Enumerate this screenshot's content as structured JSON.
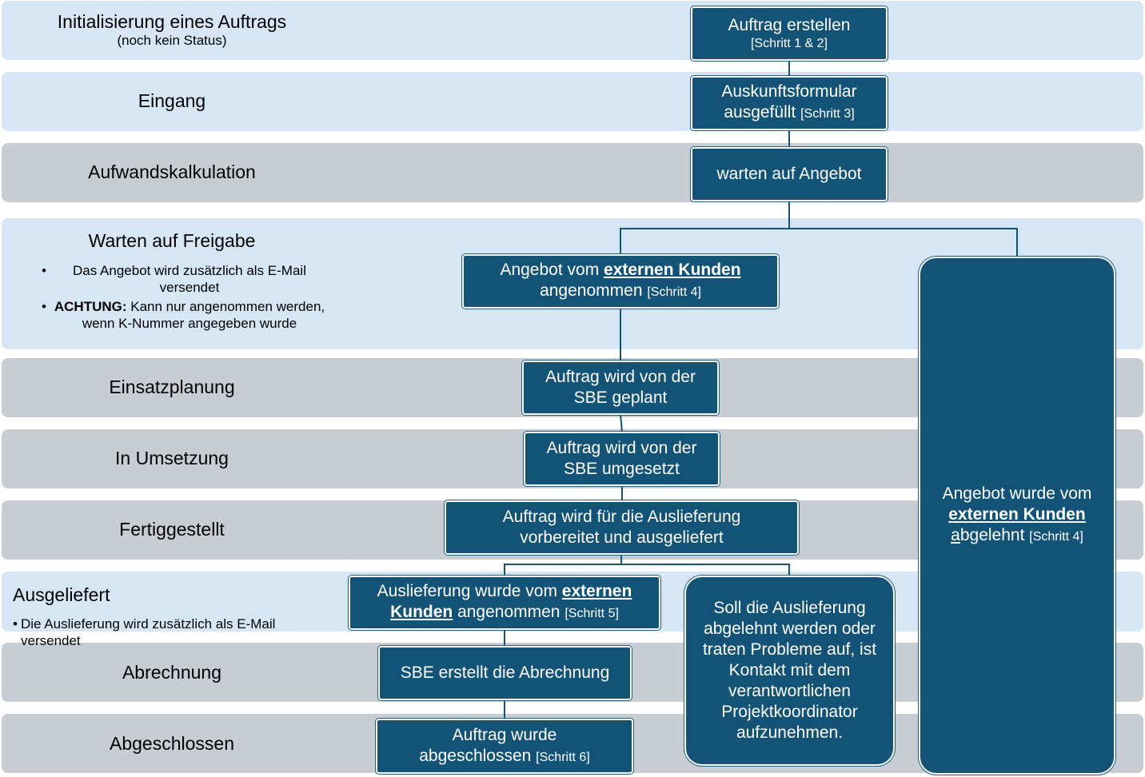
{
  "colors": {
    "band_blue": "#d6e6f5",
    "band_gray": "#c8ccd3",
    "box": "#135377",
    "line": "#135377"
  },
  "lanes": [
    {
      "title": "Initialisierung eines Auftrags",
      "subtitle": "(noch kein Status)"
    },
    {
      "title": "Eingang"
    },
    {
      "title": "Aufwandskalkulation"
    },
    {
      "title": "Warten auf Freigabe",
      "bullets": [
        {
          "text": "Das Angebot wird zusätzlich als E-Mail versendet"
        },
        {
          "bold": "ACHTUNG:",
          "text": " Kann nur angenommen werden, wenn K-Nummer angegeben wurde"
        }
      ]
    },
    {
      "title": "Einsatzplanung"
    },
    {
      "title": "In Umsetzung"
    },
    {
      "title": "Fertiggestellt"
    },
    {
      "title": "Ausgeliefert",
      "bullets": [
        {
          "text": "Die Auslieferung wird zusätzlich als E-Mail versendet"
        }
      ]
    },
    {
      "title": "Abrechnung"
    },
    {
      "title": "Abgeschlossen"
    }
  ],
  "boxes": {
    "create": {
      "text": "Auftrag erstellen",
      "step": "[Schritt 1 & 2]"
    },
    "form": {
      "line1": "Auskunftsformular",
      "line2": "ausgefüllt ",
      "step": "[Schritt 3]"
    },
    "wait_offer": {
      "text": "warten auf Angebot"
    },
    "accepted": {
      "pre": "Angebot vom ",
      "emph": "externen Kunden",
      "line2": "angenommen ",
      "step": "[Schritt 4]"
    },
    "planned": {
      "line1": "Auftrag wird von der",
      "line2": "SBE geplant"
    },
    "implemented": {
      "line1": "Auftrag wird von der",
      "line2": "SBE umgesetzt"
    },
    "prepared": {
      "line1": "Auftrag wird für die Auslieferung",
      "line2": "vorbereitet und ausgeliefert"
    },
    "delivery_accepted": {
      "pre": "Auslieferung wurde vom ",
      "emph1": "externen",
      "emph2": "Kunden",
      "post": " angenommen ",
      "step": "[Schritt 5]"
    },
    "billing": {
      "text": "SBE erstellt die Abrechnung"
    },
    "completed": {
      "line1": "Auftrag wurde",
      "line2": "abgeschlossen ",
      "step": "[Schritt 6]"
    },
    "rejected": {
      "line1": "Angebot wurde vom",
      "emph": "externen Kunden",
      "emph2": "a",
      "line3": "bgelehnt ",
      "step": "[Schritt 4]"
    },
    "problem": {
      "text": "Soll die Auslieferung abgelehnt werden oder traten Probleme auf, ist Kontakt mit dem verantwortlichen Projektkoordinator aufzunehmen."
    }
  }
}
